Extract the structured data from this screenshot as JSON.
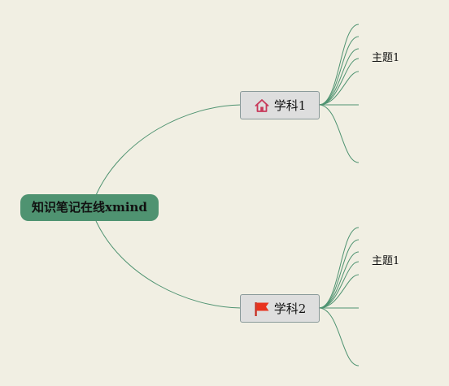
{
  "mindmap": {
    "root": {
      "label": "知识笔记在线xmind",
      "color": "#4f9371"
    },
    "branches": [
      {
        "label": "学科1",
        "icon": "home-icon",
        "icon_color": "#c8395a",
        "subtopics": [
          "",
          "",
          "",
          "主题1",
          "",
          "",
          ""
        ]
      },
      {
        "label": "学科2",
        "icon": "flag-icon",
        "icon_color": "#e8321e",
        "subtopics": [
          "",
          "",
          "",
          "主题1",
          "",
          "",
          ""
        ]
      }
    ],
    "line_color": "#4f9371",
    "background_color": "#f1efe3"
  }
}
